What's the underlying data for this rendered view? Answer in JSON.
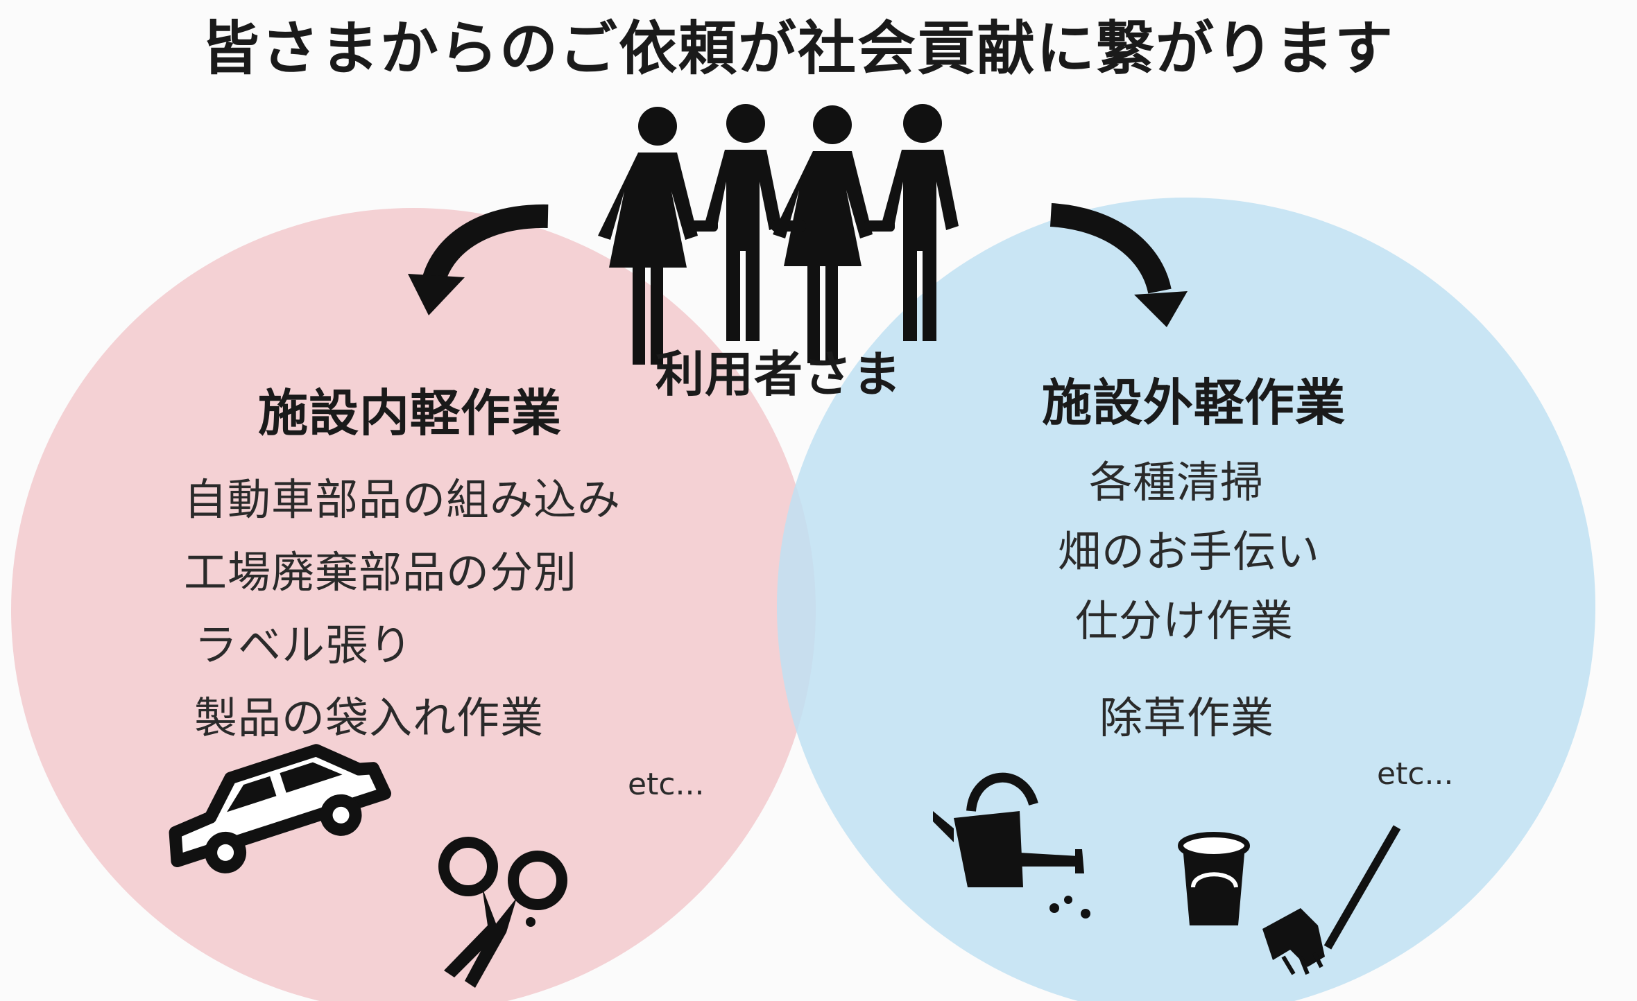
{
  "title": "皆さまからのご依頼が社会貢献に繋がります",
  "center_label": "利用者さま",
  "colors": {
    "left_circle": "#f2c9cc",
    "right_circle": "#bfe0f2",
    "ink": "#111111"
  },
  "left": {
    "heading": "施設内軽作業",
    "items": [
      "自動車部品の組み込み",
      "工場廃棄部品の分別",
      "ラベル張り",
      "製品の袋入れ作業"
    ],
    "etc": "etc...",
    "icons": [
      "car-icon",
      "scissors-icon"
    ]
  },
  "right": {
    "heading": "施設外軽作業",
    "items": [
      "各種清掃",
      "畑のお手伝い",
      "仕分け作業",
      "除草作業"
    ],
    "etc": "etc...",
    "icons": [
      "watering-can-icon",
      "bucket-broom-icon"
    ]
  }
}
